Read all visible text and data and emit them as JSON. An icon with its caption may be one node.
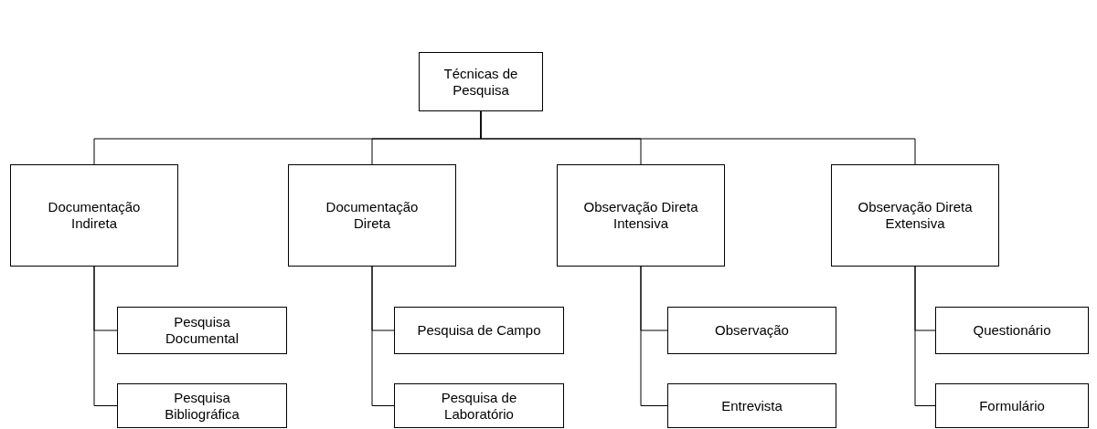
{
  "diagram": {
    "nodes": [
      {
        "text": [
          "Técnicas de Pesquisa"
        ]
      },
      {
        "text": [
          "Documentação Indireta"
        ]
      },
      {
        "text": [
          "Documentação Direta"
        ]
      },
      {
        "text": [
          "Observação Direta Intensiva"
        ]
      },
      {
        "text": [
          "Observação Direta Extensiva"
        ]
      },
      {
        "text": [
          "Pesquisa Documental"
        ]
      },
      {
        "text": [
          "Pesquisa Bibliográfica"
        ]
      },
      {
        "text": [
          "Pesquisa de Campo"
        ]
      },
      {
        "text": [
          "Pesquisa de Laboratório"
        ]
      },
      {
        "text": [
          "Observação"
        ]
      },
      {
        "text": [
          "Entrevista"
        ]
      },
      {
        "text": [
          "Questionário"
        ]
      },
      {
        "text": [
          "Formulário"
        ]
      }
    ],
    "edges": [
      {
        "from": 0,
        "to": 1,
        "arrow": "none"
      },
      {
        "from": 0,
        "to": 2,
        "arrow": "none"
      },
      {
        "from": 0,
        "to": 3,
        "arrow": "none"
      },
      {
        "from": 0,
        "to": 4,
        "arrow": "none"
      },
      {
        "from": 1,
        "to": 5,
        "arrow": "none"
      },
      {
        "from": 1,
        "to": 6,
        "arrow": "none"
      },
      {
        "from": 2,
        "to": 7,
        "arrow": "none"
      },
      {
        "from": 2,
        "to": 8,
        "arrow": "none"
      },
      {
        "from": 3,
        "to": 9,
        "arrow": "none"
      },
      {
        "from": 3,
        "to": 10,
        "arrow": "none"
      },
      {
        "from": 4,
        "to": 11,
        "arrow": "none"
      },
      {
        "from": 4,
        "to": 12,
        "arrow": "none"
      }
    ]
  }
}
